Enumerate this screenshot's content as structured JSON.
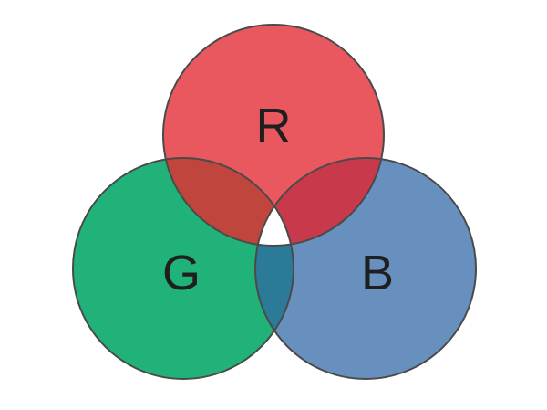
{
  "venn": {
    "sets": [
      {
        "id": "r",
        "label": "R",
        "color": "#e9585f"
      },
      {
        "id": "g",
        "label": "G",
        "color": "#21b27a"
      },
      {
        "id": "b",
        "label": "B",
        "color": "#6790bf"
      }
    ],
    "overlap_colors": {
      "r_g": "#c0453c",
      "r_b": "#c83a4b",
      "g_b": "#2a7a98",
      "r_g_b": "#ffffff"
    }
  }
}
